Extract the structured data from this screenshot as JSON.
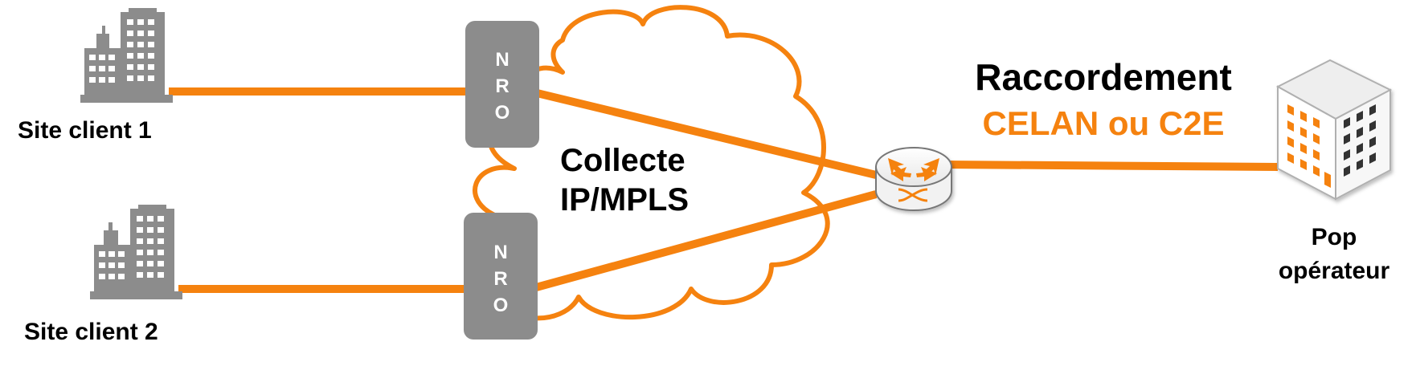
{
  "colors": {
    "orange": "#F5820F",
    "grey": "#8C8C8C",
    "text": "#000000",
    "white": "#FFFFFF"
  },
  "sites": [
    {
      "label": "Site client 1",
      "icon": "office-buildings-icon"
    },
    {
      "label": "Site client 2",
      "icon": "office-buildings-icon"
    }
  ],
  "nro": {
    "letters": [
      "N",
      "R",
      "O"
    ]
  },
  "cloud": {
    "line1": "Collecte",
    "line2": "IP/MPLS"
  },
  "router": {
    "icon": "router-icon"
  },
  "raccordement": {
    "title": "Raccordement",
    "subtitle": "CELAN ou C2E"
  },
  "pop": {
    "line1": "Pop",
    "line2": "opérateur",
    "icon": "datacenter-building-icon"
  }
}
